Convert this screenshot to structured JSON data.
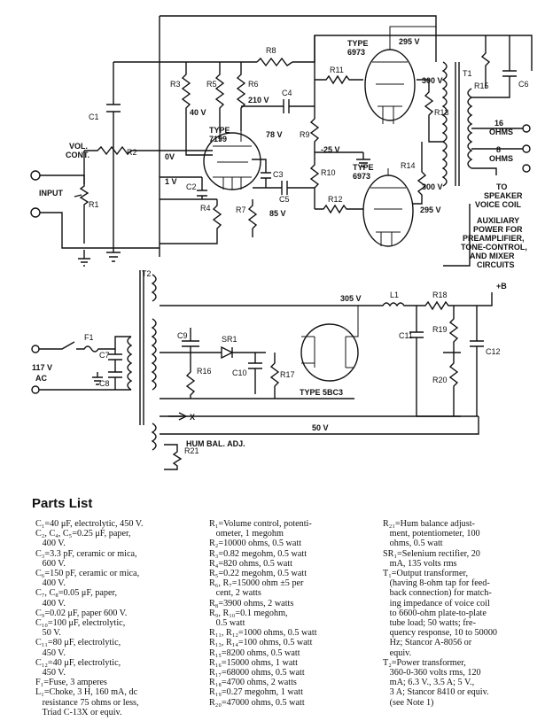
{
  "schematic": {
    "tube_labels": [
      "TYPE",
      "7199",
      "TYPE",
      "6973",
      "TYPE",
      "6973",
      "TYPE 5BC3"
    ],
    "component_labels": [
      "R1",
      "R2",
      "R3",
      "R4",
      "R5",
      "R6",
      "R7",
      "R8",
      "R9",
      "R10",
      "R11",
      "R12",
      "R13",
      "R14",
      "R15",
      "R16",
      "R17",
      "R18",
      "R19",
      "R20",
      "R21",
      "C1",
      "C2",
      "C3",
      "C4",
      "C5",
      "C6",
      "C7",
      "C8",
      "C9",
      "C10",
      "C11",
      "C12",
      "T1",
      "T2",
      "L1",
      "F1",
      "SR1"
    ],
    "voltages": [
      "295 V",
      "300 V",
      "300 V",
      "295 V",
      "305 V",
      "50 V",
      "40 V",
      "210 V",
      "78 V",
      "-25 V",
      "0V",
      "1 V",
      "85 V"
    ],
    "annotations": {
      "vol_cont": [
        "VOL.",
        "CONT."
      ],
      "input": "INPUT",
      "mains": [
        "117 V",
        "AC"
      ],
      "hum_bal": "HUM BAL. ADJ.",
      "x_mark": "X",
      "ohms16": [
        "16",
        "OHMS"
      ],
      "ohms8": [
        "8",
        "OHMS"
      ],
      "to_speaker": [
        "TO",
        "SPEAKER",
        "VOICE COIL"
      ],
      "auxiliary": [
        "AUXILIARY",
        "POWER FOR",
        "PREAMPLIFIER,",
        "TONE-CONTROL,",
        "AND MIXER",
        "CIRCUITS"
      ],
      "plus_b": "+B"
    }
  },
  "parts_list": {
    "title": "Parts List",
    "col1": [
      "C₁=40 μF, electrolytic, 450 V.",
      "C₂, C₄, C₅=0.25 μF, paper,",
      "   400 V.",
      "C₃=3.3 pF, ceramic or mica,",
      "   600 V.",
      "C₆=150 pF, ceramic or mica,",
      "   400 V.",
      "C₇, C₈=0.05 μF, paper,",
      "   400 V.",
      "C₉=0.02 μF, paper 600 V.",
      "C₁₀=100 μF, electrolytic,",
      "   50 V.",
      "C₁₁=80 μF, electrolytic,",
      "   450 V.",
      "C₁₂=40 μF, electrolytic,",
      "   450 V.",
      "F₁=Fuse, 3 amperes",
      "L₁=Choke, 3 H, 160 mA, dc",
      "   resistance 75 ohms or less,",
      "   Triad C-13X or equiv."
    ],
    "col2": [
      "R₁=Volume control, potenti-",
      "   ometer, 1 megohm",
      "R₂=10000 ohms, 0.5 watt",
      "R₃=0.82 megohm, 0.5 watt",
      "R₄=820 ohms, 0.5 watt",
      "R₅=0.22 megohm, 0.5 watt",
      "R₆, R₇=15000 ohm ±5 per",
      "   cent, 2 watts",
      "R₈=3900 ohms, 2 watts",
      "R₉, R₁₀=0.1 megohm,",
      "   0.5 watt",
      "R₁₁, R₁₂=1000 ohms, 0.5 watt",
      "R₁₃, R₁₄=100 ohms, 0.5 watt",
      "R₁₅=8200 ohms, 0.5 watt",
      "R₁₆=15000 ohms, 1 watt",
      "R₁₇=68000 ohms, 0.5 watt",
      "R₁₈=4700 ohms, 2 watts",
      "R₁₉=0.27 megohm, 1 watt",
      "R₂₀=47000 ohms, 0.5 watt"
    ],
    "col3": [
      "R₂₁=Hum balance adjust-",
      "   ment, potentiometer, 100",
      "   ohms, 0.5 watt",
      "SR₁=Selenium rectifier, 20",
      "   mA, 135 volts rms",
      "T₁=Output transformer,",
      "   (having 8-ohm tap for feed-",
      "   back connection) for match-",
      "   ing impedance of voice coil",
      "   to 6600-ohm plate-to-plate",
      "   tube load; 50 watts; fre-",
      "   quency response, 10 to 50000",
      "   Hz; Stancor A-8056 or",
      "   equiv.",
      "T₂=Power transformer,",
      "   360-0-360 volts rms, 120",
      "   mA; 6.3 V., 3.5 A; 5 V.,",
      "   3 A; Stancor 8410 or equiv.",
      "   (see Note 1)"
    ]
  }
}
